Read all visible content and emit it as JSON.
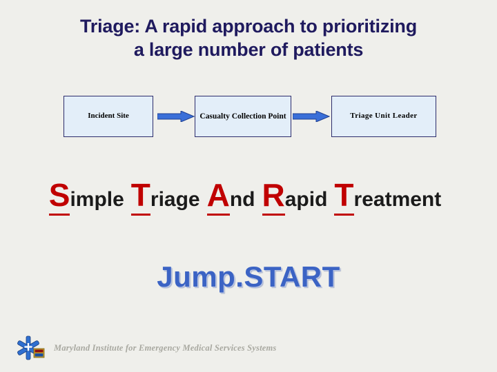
{
  "slide": {
    "title": "Triage: A rapid approach to prioritizing a large number of patients",
    "title_line1": "Triage: A rapid approach to prioritizing",
    "title_line2": "a large number of patients",
    "flow": {
      "boxes": [
        {
          "label": "Incident Site"
        },
        {
          "label": "Casualty Collection Point"
        },
        {
          "label": "Triage Unit Leader"
        }
      ],
      "arrows": [
        {
          "name": "arrow-1"
        },
        {
          "name": "arrow-2"
        }
      ]
    },
    "acronym": {
      "words": [
        {
          "cap": "S",
          "rest": "imple"
        },
        {
          "cap": "T",
          "rest": "riage"
        },
        {
          "cap": "A",
          "rest": "nd"
        },
        {
          "cap": "R",
          "rest": "apid"
        },
        {
          "cap": "T",
          "rest": "reatment"
        }
      ]
    },
    "jumpstart": "Jump.START",
    "footer": {
      "text": "Maryland Institute for Emergency Medical Services Systems",
      "logo_icon": "star-of-life-icon"
    },
    "colors": {
      "background": "#efefeb",
      "title": "#1f1a5e",
      "box_fill": "#e3eef9",
      "box_border": "#2b2b6b",
      "arrow": "#2b4faa",
      "acronym_cap": "#c00000",
      "acronym_text": "#1b1b1b",
      "jumpstart": "#3b63c4",
      "footer_text": "#a8a8a0"
    }
  }
}
